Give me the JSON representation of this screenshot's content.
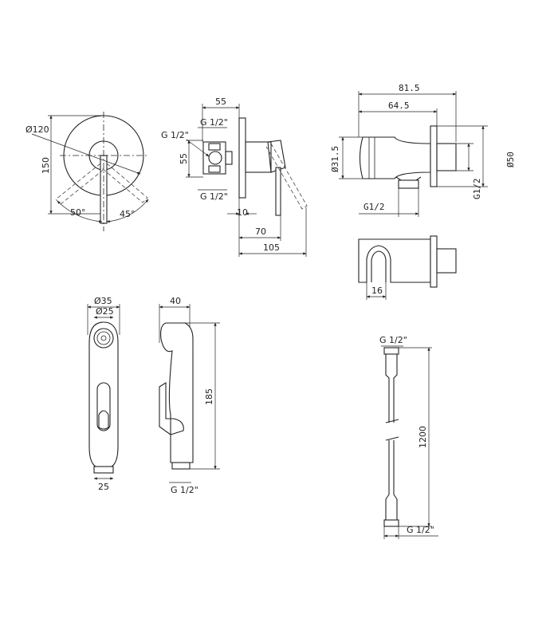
{
  "mixer": {
    "dia_plate": "Ø120",
    "height_plate": "150",
    "angle_left": "50°",
    "angle_right": "45°"
  },
  "mixer_side": {
    "top_width": "55",
    "thread_top": "G 1/2\"",
    "thread_left": "G 1/2\"",
    "height_55": "55",
    "thread_bottom": "G 1/2\"",
    "dim_10": "10",
    "dim_70": "70",
    "dim_105": "105"
  },
  "holder": {
    "len_total": "81.5",
    "len_mid": "64.5",
    "dia_body": "Ø31.5",
    "dia_flange": "Ø50",
    "thread_bottom": "G1/2",
    "thread_right": "G1/2",
    "dim_16": "16"
  },
  "shower": {
    "dia_outer": "Ø35",
    "dia_inner": "Ø25",
    "width_bottom": "25",
    "side_width": "40",
    "length": "185",
    "thread": "G 1/2\""
  },
  "hose": {
    "thread_top": "G 1/2\"",
    "length": "1200",
    "thread_bottom": "G 1/2\""
  }
}
